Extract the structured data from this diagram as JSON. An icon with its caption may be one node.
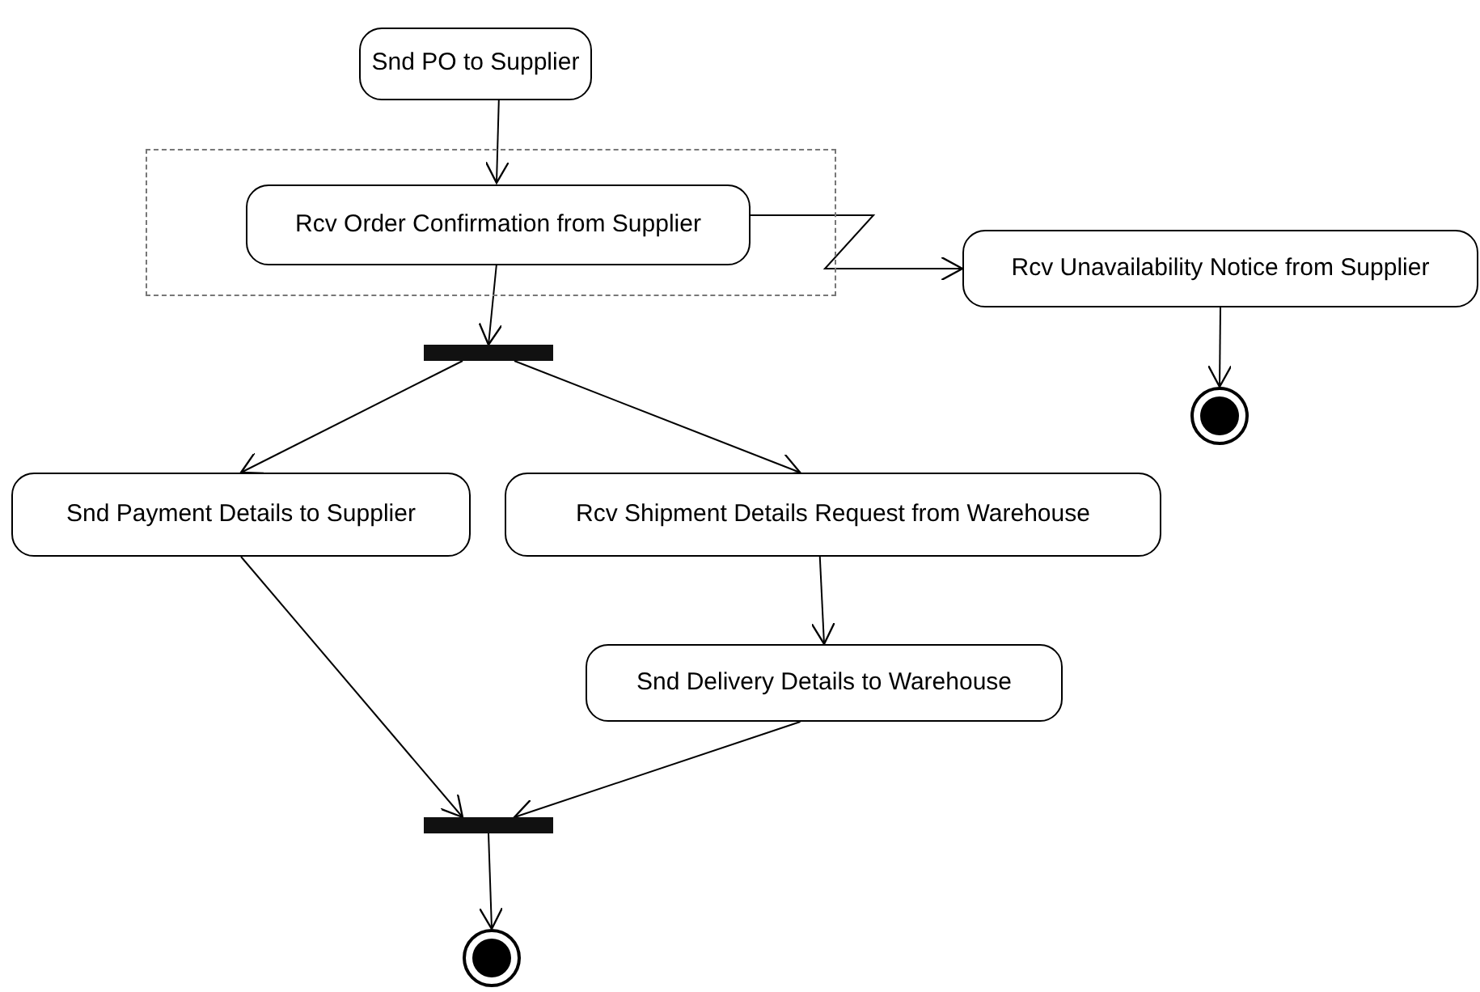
{
  "diagram": {
    "nodes": [
      {
        "text": [
          "Snd PO to Supplier"
        ]
      },
      {
        "text": [],
        "shape": "box"
      },
      {
        "text": [
          "Rcv Order Confirmation from Supplier"
        ],
        "in": 1
      },
      {
        "text": [
          "Rcv Unavailability Notice from Supplier"
        ]
      },
      {
        "text": [],
        "shape": "circle"
      },
      {
        "text": [],
        "shape": "bar"
      },
      {
        "text": [
          "Snd Payment Details to Supplier"
        ]
      },
      {
        "text": [
          "Rcv Shipment Details Request from Warehouse"
        ]
      },
      {
        "text": [
          "Snd Delivery Details to Warehouse"
        ]
      },
      {
        "text": [],
        "shape": "bar"
      },
      {
        "text": [],
        "shape": "circle"
      }
    ],
    "edges": [
      {
        "from": 0,
        "to": 2,
        "arrow": "to"
      },
      {
        "from": 2,
        "to": 3,
        "arrow": "to"
      },
      {
        "from": 3,
        "to": 4,
        "arrow": "to"
      },
      {
        "from": 2,
        "to": 5,
        "arrow": "to"
      },
      {
        "from": 5,
        "to": 6,
        "arrow": "to"
      },
      {
        "from": 5,
        "to": 7,
        "arrow": "to"
      },
      {
        "from": 7,
        "to": 8,
        "arrow": "to"
      },
      {
        "from": 6,
        "to": 9,
        "arrow": "to"
      },
      {
        "from": 8,
        "to": 9,
        "arrow": "to"
      },
      {
        "from": 9,
        "to": 10,
        "arrow": "to"
      }
    ]
  }
}
